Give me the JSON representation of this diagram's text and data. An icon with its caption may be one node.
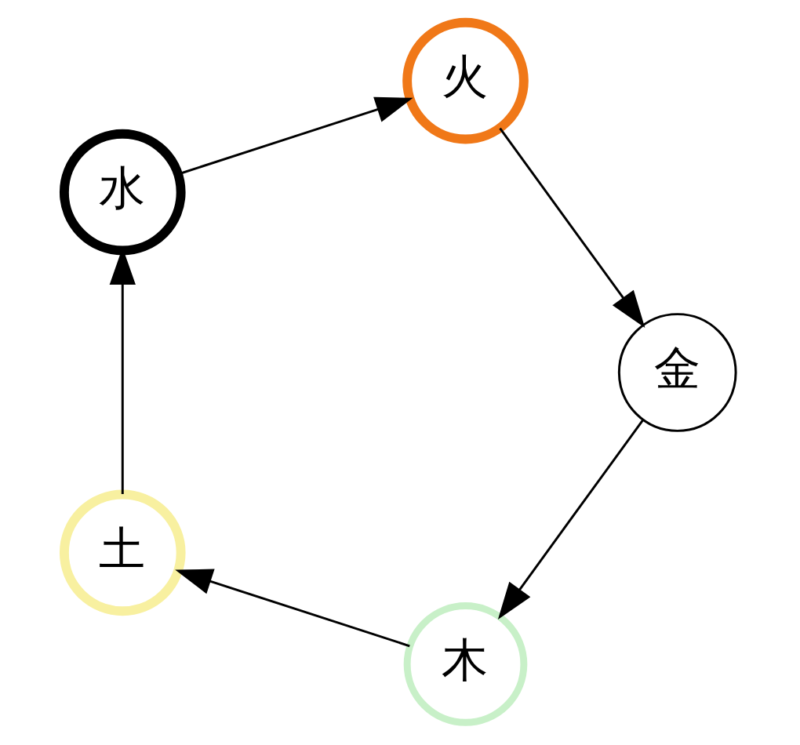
{
  "diagram": {
    "nodes": [
      {
        "text": [
          "木"
        ]
      },
      {
        "text": [
          "水"
        ]
      },
      {
        "text": [
          "火"
        ]
      },
      {
        "text": [
          "金"
        ]
      },
      {
        "text": [
          "土"
        ]
      }
    ],
    "edges": [
      {
        "from": 1,
        "to": 2,
        "arrow": "to"
      },
      {
        "from": 2,
        "to": 3,
        "arrow": "to"
      },
      {
        "from": 3,
        "to": 0,
        "arrow": "to"
      },
      {
        "from": 0,
        "to": 4,
        "arrow": "to"
      },
      {
        "from": 4,
        "to": 1,
        "arrow": "to"
      }
    ]
  }
}
